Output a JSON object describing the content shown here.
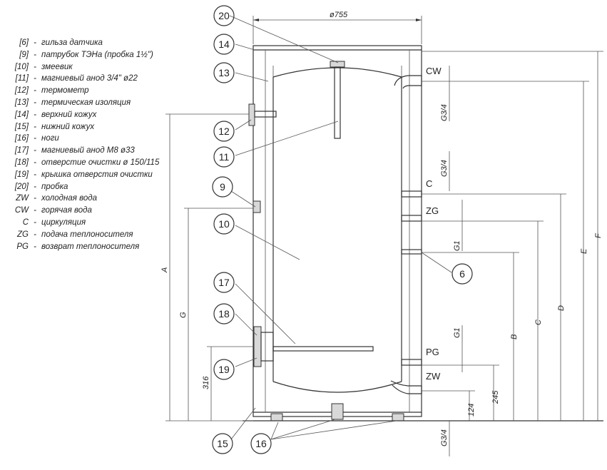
{
  "legend": [
    {
      "code": "[6]",
      "text": "гильза датчика"
    },
    {
      "code": "[9]",
      "text": "патрубок ТЭНа (пробка 1½\")"
    },
    {
      "code": "[10]",
      "text": "змеевик"
    },
    {
      "code": "[11]",
      "text": "магниевый анод 3/4\" ø22"
    },
    {
      "code": "[12]",
      "text": "термометр"
    },
    {
      "code": "[13]",
      "text": "термическая изоляция"
    },
    {
      "code": "[14]",
      "text": "верхний кожух"
    },
    {
      "code": "[15]",
      "text": "нижний кожух"
    },
    {
      "code": "[16]",
      "text": "ноги"
    },
    {
      "code": "[17]",
      "text": "магниевый анод M8 ø33"
    },
    {
      "code": "[18]",
      "text": "отверстие очистки ø 150/115"
    },
    {
      "code": "[19]",
      "text": "крышка отверстия очистки"
    },
    {
      "code": "[20]",
      "text": "пробка"
    },
    {
      "code": "ZW",
      "text": "холодная вода"
    },
    {
      "code": "CW",
      "text": "горячая вода"
    },
    {
      "code": "C",
      "text": "циркуляция"
    },
    {
      "code": "ZG",
      "text": "подача теплоносителя"
    },
    {
      "code": "PG",
      "text": "возврат теплоносителя"
    }
  ],
  "bubbles": {
    "b20": "20",
    "b14": "14",
    "b13": "13",
    "b12": "12",
    "b11": "11",
    "b9": "9",
    "b10": "10",
    "b17": "17",
    "b18": "18",
    "b19": "19",
    "b15": "15",
    "b16": "16",
    "b6": "6"
  },
  "ports": {
    "cw": "CW",
    "c": "C",
    "zg": "ZG",
    "pg": "PG",
    "zw": "ZW"
  },
  "dims": {
    "diameter": "ø755",
    "thread_cw": "G3/4",
    "thread_c": "G3/4",
    "thread_zg": "G1",
    "thread_pg": "G1",
    "thread_zw": "G3/4",
    "A": "A",
    "G": "G",
    "d316": "316",
    "B": "B",
    "C": "C",
    "D": "D",
    "E": "E",
    "F": "F",
    "d124": "124",
    "d245": "245"
  }
}
